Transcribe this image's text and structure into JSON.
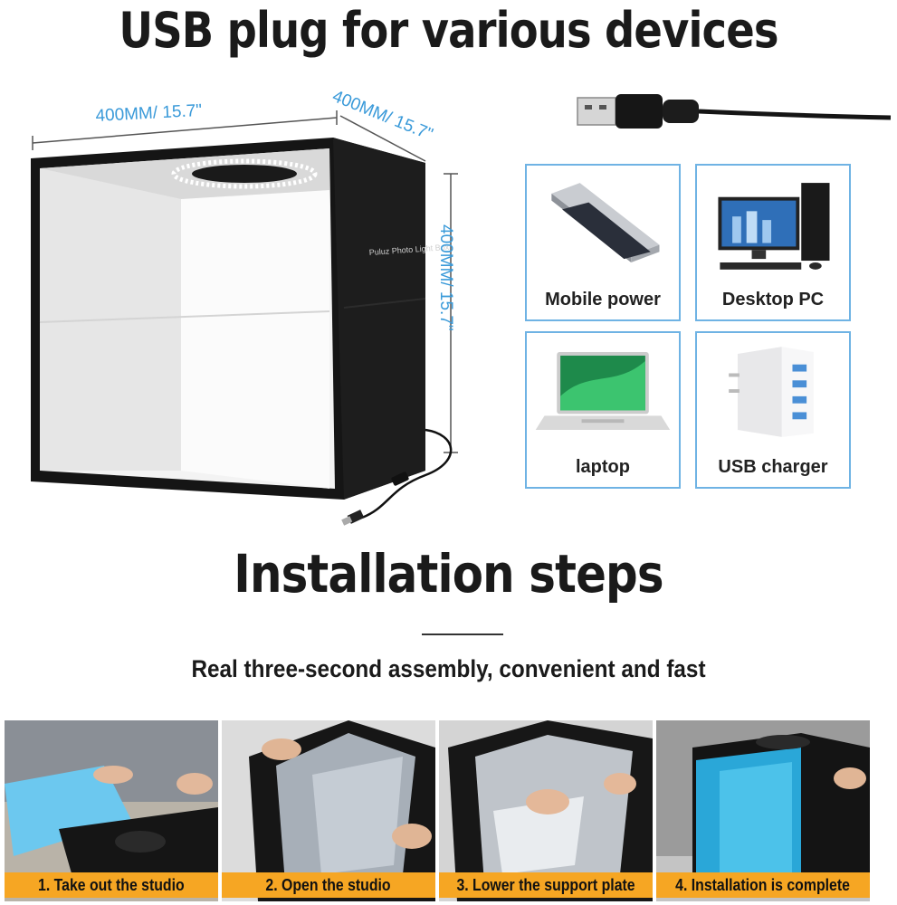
{
  "header": {
    "title": "USB plug for various devices"
  },
  "dimensions": {
    "width": "400MM/ 15.7\"",
    "depth": "400MM/ 15.7\"",
    "height": "400MM/ 15.7\""
  },
  "box": {
    "brand_text": "Puluz Photo Light Box"
  },
  "devices": [
    {
      "label": "Mobile power",
      "icon": "power-bank-icon"
    },
    {
      "label": "Desktop PC",
      "icon": "desktop-pc-icon"
    },
    {
      "label": "laptop",
      "icon": "laptop-icon"
    },
    {
      "label": "USB charger",
      "icon": "usb-charger-icon"
    }
  ],
  "installation": {
    "title": "Installation steps",
    "subtitle": "Real three-second assembly, convenient and fast",
    "steps": [
      {
        "caption": "1. Take out the studio"
      },
      {
        "caption": "2. Open the studio"
      },
      {
        "caption": "3. Lower the support plate"
      },
      {
        "caption": "4. Installation is complete"
      }
    ]
  },
  "colors": {
    "accent_blue": "#6fb3e4",
    "dimension_blue": "#3a9ad9",
    "caption_orange": "#f6a623",
    "box_black": "#151515"
  }
}
